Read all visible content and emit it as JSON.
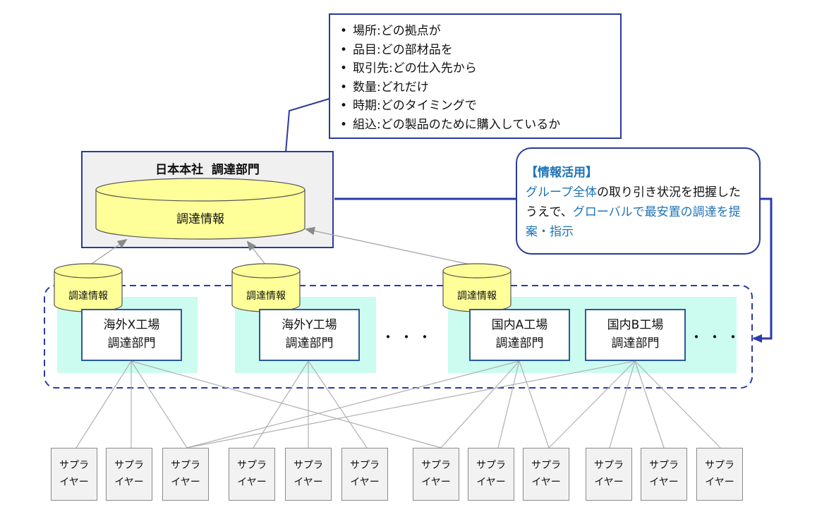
{
  "callout": {
    "items": [
      "場所:どの拠点が",
      "品目:どの部材品を",
      "取引先:どの仕入先から",
      "数量:どれだけ",
      "時期:どのタイミングで",
      "組込:どの製品のために購入しているか"
    ]
  },
  "hq": {
    "title": "日本本社  調達部門",
    "db_label": "調達情報"
  },
  "factory_db_label": "調達情報",
  "factories": [
    {
      "line1": "海外X工場",
      "line2": "調達部門"
    },
    {
      "line1": "海外Y工場",
      "line2": "調達部門"
    },
    {
      "line1": "国内A工場",
      "line2": "調達部門"
    },
    {
      "line1": "国内B工場",
      "line2": "調達部門"
    }
  ],
  "ellipsis": "・・・",
  "info": {
    "heading": "【情報活用】",
    "p1": "グループ全体",
    "p2": "の取り引き状況を把握したうえで、",
    "p3": "グローバルで最安置の調達を提案・指示"
  },
  "supplier": {
    "line1": "サプラ",
    "line2": "イヤー"
  },
  "colors": {
    "box_border": "#2a3a9a",
    "db_fill": "#ffff99",
    "factory_band": "#ccfbef",
    "highlight": "#1e73b8"
  }
}
